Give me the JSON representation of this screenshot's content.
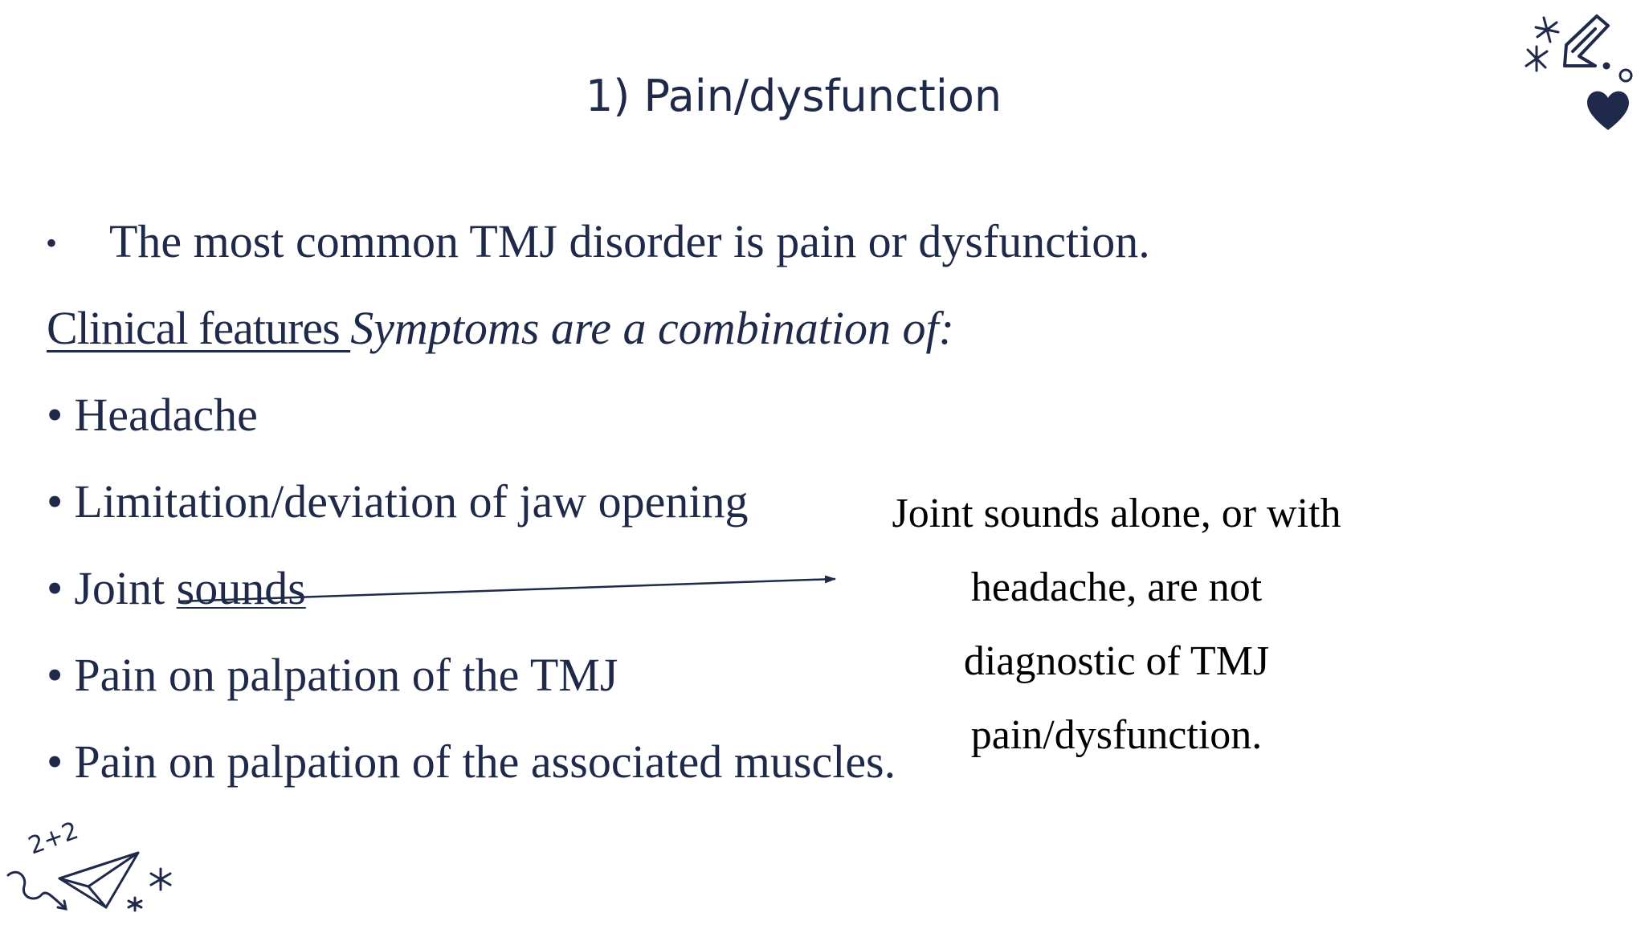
{
  "slide": {
    "title": "1) Pain/dysfunction",
    "intro_bullet": "•",
    "intro": "The most common TMJ disorder is pain or dysfunction.",
    "clinical_label": "Clinical features ",
    "clinical_text": "Symptoms are a combination of:",
    "bullet_char": "•",
    "bullets": [
      "Headache",
      "Limitation/deviation of jaw opening",
      "Joint sounds",
      "Pain on palpation of the TMJ",
      "Pain on palpation of the associated muscles."
    ],
    "bullet3_prefix": "Joint ",
    "bullet3_underlined": "sounds",
    "note_lines": [
      "Joint sounds alone, or with",
      "headache, are not",
      "diagnostic of TMJ",
      "pain/dysfunction."
    ],
    "doodle_text": "2+2"
  },
  "colors": {
    "text": "#1f2a4a",
    "note_text": "#000000",
    "background": "#ffffff"
  },
  "icons": [
    "pencil-arrow-icon",
    "sparkle-icon",
    "heart-icon",
    "paper-plane-icon",
    "squiggle-arrow-icon"
  ]
}
